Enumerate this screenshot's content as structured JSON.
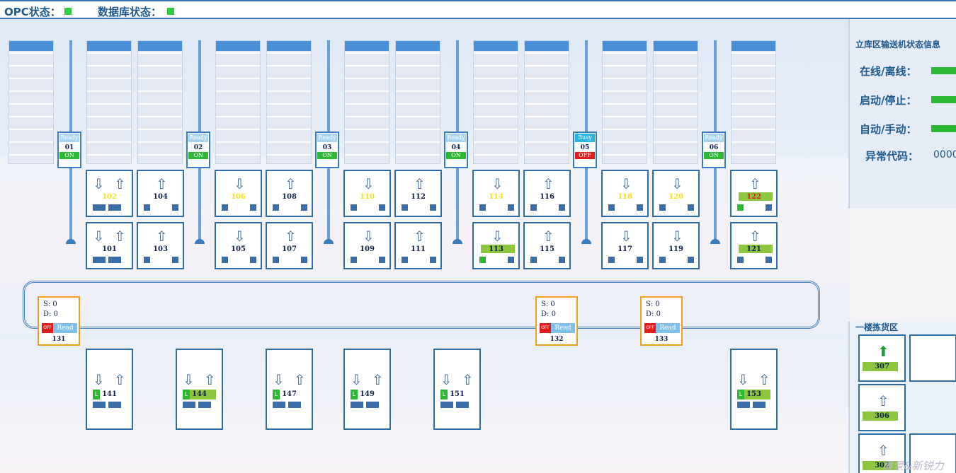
{
  "topbar": {
    "opc_label": "OPC状态：",
    "db_label": "数据库状态：",
    "opc_color": "#2ecc40",
    "db_color": "#2ecc40"
  },
  "stackers": [
    {
      "status": "Ready",
      "num": "01",
      "state": "ON"
    },
    {
      "status": "Ready",
      "num": "02",
      "state": "ON"
    },
    {
      "status": "Ready",
      "num": "03",
      "state": "ON"
    },
    {
      "status": "Ready",
      "num": "04",
      "state": "ON"
    },
    {
      "status": "Busy",
      "num": "05",
      "state": "OFF"
    },
    {
      "status": "Ready",
      "num": "06",
      "state": "ON"
    }
  ],
  "upper_cells": [
    {
      "num": "102",
      "arrows": "both",
      "color": "yellow",
      "bar": false,
      "rb": "four"
    },
    {
      "num": "104",
      "arrows": "up",
      "color": "",
      "bar": false,
      "rb": "two"
    },
    {
      "num": "106",
      "arrows": "down",
      "color": "yellow",
      "bar": false,
      "rb": "two"
    },
    {
      "num": "108",
      "arrows": "up",
      "color": "",
      "bar": false,
      "rb": "two"
    },
    {
      "num": "110",
      "arrows": "down",
      "color": "yellow",
      "bar": false,
      "rb": "two"
    },
    {
      "num": "112",
      "arrows": "up",
      "color": "",
      "bar": false,
      "rb": "two"
    },
    {
      "num": "114",
      "arrows": "down",
      "color": "yellow",
      "bar": false,
      "rb": "two"
    },
    {
      "num": "116",
      "arrows": "up",
      "color": "",
      "bar": false,
      "rb": "two"
    },
    {
      "num": "118",
      "arrows": "down",
      "color": "yellow",
      "bar": false,
      "rb": "two"
    },
    {
      "num": "120",
      "arrows": "down",
      "color": "yellow",
      "bar": false,
      "rb": "two"
    },
    {
      "num": "122",
      "arrows": "up",
      "color": "red",
      "bar": true,
      "rb": "two-green"
    }
  ],
  "lower_cells": [
    {
      "num": "101",
      "arrows": "both",
      "bar": false,
      "rb": "four"
    },
    {
      "num": "103",
      "arrows": "up",
      "bar": false,
      "rb": "two"
    },
    {
      "num": "105",
      "arrows": "down",
      "bar": false,
      "rb": "two"
    },
    {
      "num": "107",
      "arrows": "up",
      "bar": false,
      "rb": "two"
    },
    {
      "num": "109",
      "arrows": "down",
      "bar": false,
      "rb": "two"
    },
    {
      "num": "111",
      "arrows": "up",
      "bar": false,
      "rb": "two"
    },
    {
      "num": "113",
      "arrows": "down",
      "bar": true,
      "rb": "two-green"
    },
    {
      "num": "115",
      "arrows": "up",
      "bar": false,
      "rb": "two"
    },
    {
      "num": "117",
      "arrows": "down",
      "bar": false,
      "rb": "two"
    },
    {
      "num": "119",
      "arrows": "down",
      "bar": false,
      "rb": "two"
    },
    {
      "num": "121",
      "arrows": "up",
      "bar": true,
      "rb": "two"
    }
  ],
  "shuttles": [
    {
      "s": "S: 0",
      "d": "D: 0",
      "off": "OFF",
      "read": "Read",
      "num": "131"
    },
    {
      "s": "S: 0",
      "d": "D: 0",
      "off": "OFF",
      "read": "Read",
      "num": "132"
    },
    {
      "s": "S: 0",
      "d": "D: 0",
      "off": "OFF",
      "read": "Read",
      "num": "133"
    }
  ],
  "floor_cells": [
    {
      "num": "141",
      "bar": false
    },
    {
      "num": "144",
      "bar": true
    },
    {
      "num": "147",
      "bar": false
    },
    {
      "num": "149",
      "bar": false
    },
    {
      "num": "151",
      "bar": false
    },
    {
      "num": "153",
      "bar": true
    }
  ],
  "floor_label": "L",
  "panel": {
    "title": "立库区输送机状态信息",
    "online": "在线/离线：",
    "startstop": "启动/停止：",
    "automanual": "自动/手动：",
    "errcode": "异常代码：",
    "errval": "0000",
    "bar_color": "#2cb832"
  },
  "pick": {
    "title": "一楼拣货区",
    "cells": [
      {
        "num": "307",
        "arrow": "up-green",
        "bar": true
      },
      {
        "num": "306",
        "arrow": "up",
        "bar": true
      },
      {
        "num": "302",
        "arrow": "up",
        "bar": true
      }
    ]
  },
  "watermark": "展景&新锐力"
}
